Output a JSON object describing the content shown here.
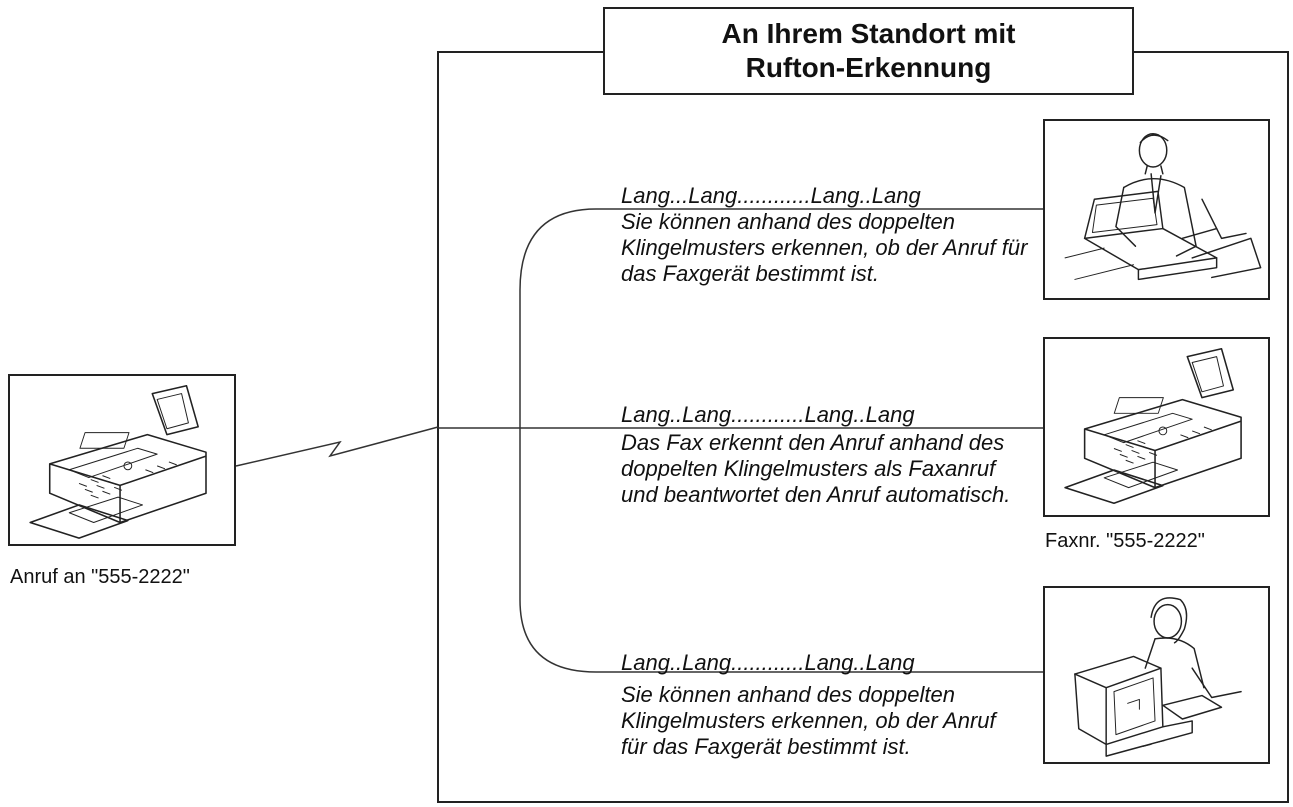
{
  "title": {
    "line1": "An Ihrem Standort mit",
    "line2": "Rufton-Erkennung"
  },
  "branches": [
    {
      "pattern": "Lang...Lang............Lang..Lang",
      "description": "Sie können anhand des doppelten Klingelmusters erkennen, ob der Anruf für das Faxgerät bestimmt ist.",
      "device": "man-at-laptop-illustration"
    },
    {
      "pattern": "Lang..Lang............Lang..Lang",
      "description": "Das Fax erkennt den Anruf anhand des doppelten Klingelmusters als Faxanruf und beantwortet den Anruf automatisch.",
      "device": "fax-machine-illustration",
      "caption": "Faxnr. \"555-2222\""
    },
    {
      "pattern": "Lang..Lang............Lang..Lang",
      "description": "Sie können anhand des doppelten Klingelmusters erkennen, ob der Anruf für das Faxgerät bestimmt ist.",
      "device": "woman-at-computer-illustration"
    }
  ],
  "caller": {
    "caption": "Anruf an \"555-2222\"",
    "device": "fax-machine-illustration"
  }
}
